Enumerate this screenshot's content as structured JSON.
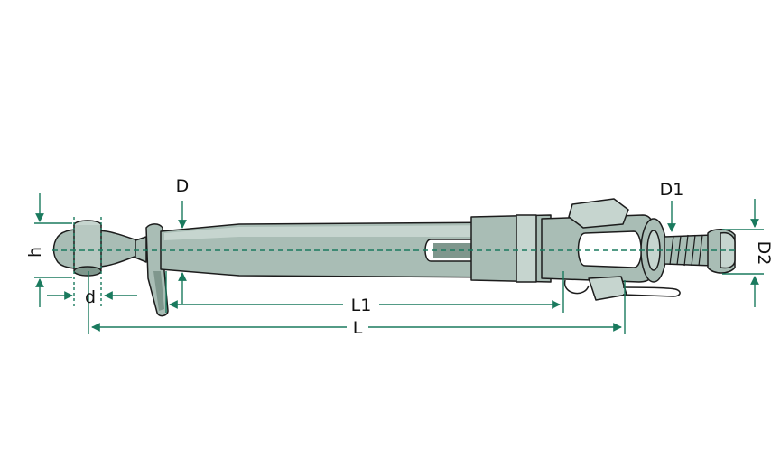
{
  "colors": {
    "part_fill": "#a9bdb5",
    "part_light": "#c6d5cf",
    "part_dark": "#7f978d",
    "outline": "#1c1c1c",
    "dimension": "#1a7a5e"
  },
  "labels": {
    "h": "h",
    "d": "d",
    "D": "D",
    "D1": "D1",
    "D2": "D2",
    "L1": "L1",
    "L": "L"
  }
}
